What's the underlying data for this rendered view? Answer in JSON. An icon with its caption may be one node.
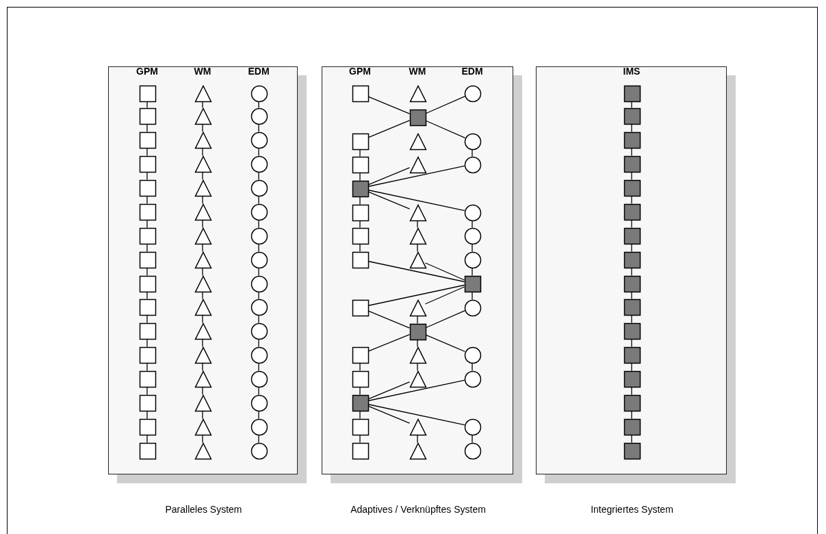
{
  "diagram": {
    "nodes": [
      {
        "text": [
          "Paralleles System"
        ]
      },
      {
        "text": [],
        "shape": "box",
        "in": 0
      },
      {
        "text": [],
        "shape": "triangle",
        "in": 0
      },
      {
        "text": [],
        "shape": "circle",
        "in": 0
      },
      {
        "text": [],
        "shape": "box",
        "in": 0
      },
      {
        "text": [],
        "shape": "triangle",
        "in": 0
      },
      {
        "text": [],
        "shape": "circle",
        "in": 0
      },
      {
        "text": [],
        "shape": "box",
        "in": 0
      },
      {
        "text": [],
        "shape": "triangle",
        "in": 0
      },
      {
        "text": [],
        "shape": "circle",
        "in": 0
      },
      {
        "text": [],
        "shape": "box",
        "in": 0
      },
      {
        "text": [],
        "shape": "triangle",
        "in": 0
      },
      {
        "text": [],
        "shape": "circle",
        "in": 0
      },
      {
        "text": [],
        "shape": "box",
        "in": 0
      },
      {
        "text": [],
        "shape": "triangle",
        "in": 0
      },
      {
        "text": [],
        "shape": "circle",
        "in": 0
      },
      {
        "text": [],
        "shape": "box",
        "in": 0
      },
      {
        "text": [],
        "shape": "triangle",
        "in": 0
      },
      {
        "text": [],
        "shape": "circle",
        "in": 0
      },
      {
        "text": [],
        "shape": "box",
        "in": 0
      },
      {
        "text": [],
        "shape": "triangle",
        "in": 0
      },
      {
        "text": [],
        "shape": "circle",
        "in": 0
      },
      {
        "text": [],
        "shape": "box",
        "in": 0
      },
      {
        "text": [],
        "shape": "triangle",
        "in": 0
      },
      {
        "text": [],
        "shape": "circle",
        "in": 0
      },
      {
        "text": [],
        "shape": "box",
        "in": 0
      },
      {
        "text": [],
        "shape": "triangle",
        "in": 0
      },
      {
        "text": [],
        "shape": "circle",
        "in": 0
      },
      {
        "text": [],
        "shape": "box",
        "in": 0
      },
      {
        "text": [],
        "shape": "triangle",
        "in": 0
      },
      {
        "text": [],
        "shape": "circle",
        "in": 0
      },
      {
        "text": [],
        "shape": "box",
        "in": 0
      },
      {
        "text": [],
        "shape": "triangle",
        "in": 0
      },
      {
        "text": [],
        "shape": "circle",
        "in": 0
      },
      {
        "text": [],
        "shape": "box",
        "in": 0
      },
      {
        "text": [],
        "shape": "triangle",
        "in": 0
      },
      {
        "text": [],
        "shape": "circle",
        "in": 0
      },
      {
        "text": [],
        "shape": "box",
        "in": 0
      },
      {
        "text": [],
        "shape": "triangle",
        "in": 0
      },
      {
        "text": [],
        "shape": "circle",
        "in": 0
      },
      {
        "text": [],
        "shape": "box",
        "in": 0
      },
      {
        "text": [],
        "shape": "triangle",
        "in": 0
      },
      {
        "text": [],
        "shape": "circle",
        "in": 0
      },
      {
        "text": [],
        "shape": "box",
        "in": 0
      },
      {
        "text": [],
        "shape": "triangle",
        "in": 0
      },
      {
        "text": [],
        "shape": "circle",
        "in": 0
      },
      {
        "text": [],
        "shape": "box",
        "in": 0
      },
      {
        "text": [],
        "shape": "triangle",
        "in": 0
      },
      {
        "text": [],
        "shape": "circle",
        "in": 0
      },
      {
        "text": [
          "Adaptives / Verknüpftes System"
        ]
      },
      {
        "text": [],
        "shape": "box",
        "in": 49
      },
      {
        "text": [],
        "shape": "triangle",
        "in": 49
      },
      {
        "text": [],
        "shape": "circle",
        "in": 49
      },
      {
        "text": [],
        "shape": "box",
        "in": 49
      },
      {
        "text": [],
        "shape": "box",
        "in": 49
      },
      {
        "text": [],
        "shape": "triangle",
        "in": 49
      },
      {
        "text": [],
        "shape": "circle",
        "in": 49
      },
      {
        "text": [],
        "shape": "box",
        "in": 49
      },
      {
        "text": [],
        "shape": "triangle",
        "in": 49
      },
      {
        "text": [],
        "shape": "circle",
        "in": 49
      },
      {
        "text": [],
        "shape": "box",
        "in": 49
      },
      {
        "text": [],
        "shape": "box",
        "in": 49
      },
      {
        "text": [],
        "shape": "triangle",
        "in": 49
      },
      {
        "text": [],
        "shape": "circle",
        "in": 49
      },
      {
        "text": [],
        "shape": "box",
        "in": 49
      },
      {
        "text": [],
        "shape": "triangle",
        "in": 49
      },
      {
        "text": [],
        "shape": "circle",
        "in": 49
      },
      {
        "text": [],
        "shape": "box",
        "in": 49
      },
      {
        "text": [],
        "shape": "triangle",
        "in": 49
      },
      {
        "text": [],
        "shape": "circle",
        "in": 49
      },
      {
        "text": [],
        "shape": "box",
        "in": 49
      },
      {
        "text": [],
        "shape": "box",
        "in": 49
      },
      {
        "text": [],
        "shape": "triangle",
        "in": 49
      },
      {
        "text": [],
        "shape": "circle",
        "in": 49
      },
      {
        "text": [],
        "shape": "box",
        "in": 49
      },
      {
        "text": [],
        "shape": "box",
        "in": 49
      },
      {
        "text": [],
        "shape": "triangle",
        "in": 49
      },
      {
        "text": [],
        "shape": "circle",
        "in": 49
      },
      {
        "text": [],
        "shape": "box",
        "in": 49
      },
      {
        "text": [],
        "shape": "triangle",
        "in": 49
      },
      {
        "text": [],
        "shape": "circle",
        "in": 49
      },
      {
        "text": [],
        "shape": "box",
        "in": 49
      },
      {
        "text": [],
        "shape": "box",
        "in": 49
      },
      {
        "text": [],
        "shape": "triangle",
        "in": 49
      },
      {
        "text": [],
        "shape": "circle",
        "in": 49
      },
      {
        "text": [],
        "shape": "box",
        "in": 49
      },
      {
        "text": [],
        "shape": "triangle",
        "in": 49
      },
      {
        "text": [],
        "shape": "circle",
        "in": 49
      },
      {
        "text": [
          "Integriertes System"
        ]
      },
      {
        "text": [],
        "shape": "box",
        "in": 88
      },
      {
        "text": [],
        "shape": "box",
        "in": 88
      },
      {
        "text": [],
        "shape": "box",
        "in": 88
      },
      {
        "text": [],
        "shape": "box",
        "in": 88
      },
      {
        "text": [],
        "shape": "box",
        "in": 88
      },
      {
        "text": [],
        "shape": "box",
        "in": 88
      },
      {
        "text": [],
        "shape": "box",
        "in": 88
      },
      {
        "text": [],
        "shape": "box",
        "in": 88
      },
      {
        "text": [],
        "shape": "box",
        "in": 88
      },
      {
        "text": [],
        "shape": "box",
        "in": 88
      },
      {
        "text": [],
        "shape": "box",
        "in": 88
      },
      {
        "text": [],
        "shape": "box",
        "in": 88
      },
      {
        "text": [],
        "shape": "box",
        "in": 88
      },
      {
        "text": [],
        "shape": "box",
        "in": 88
      },
      {
        "text": [],
        "shape": "box",
        "in": 88
      },
      {
        "text": [],
        "shape": "box",
        "in": 88
      }
    ],
    "edges": [
      {
        "from": 1,
        "to": 4,
        "arrow": "none"
      },
      {
        "from": 4,
        "to": 7,
        "arrow": "none"
      },
      {
        "from": 7,
        "to": 10,
        "arrow": "none"
      },
      {
        "from": 10,
        "to": 13,
        "arrow": "none"
      },
      {
        "from": 13,
        "to": 16,
        "arrow": "none"
      },
      {
        "from": 16,
        "to": 19,
        "arrow": "none"
      },
      {
        "from": 19,
        "to": 22,
        "arrow": "none"
      },
      {
        "from": 22,
        "to": 25,
        "arrow": "none"
      },
      {
        "from": 25,
        "to": 28,
        "arrow": "none"
      },
      {
        "from": 28,
        "to": 31,
        "arrow": "none"
      },
      {
        "from": 31,
        "to": 34,
        "arrow": "none"
      },
      {
        "from": 34,
        "to": 37,
        "arrow": "none"
      },
      {
        "from": 37,
        "to": 40,
        "arrow": "none"
      },
      {
        "from": 40,
        "to": 43,
        "arrow": "none"
      },
      {
        "from": 43,
        "to": 46,
        "arrow": "none"
      },
      {
        "from": 2,
        "to": 5,
        "arrow": "none"
      },
      {
        "from": 5,
        "to": 8,
        "arrow": "none"
      },
      {
        "from": 8,
        "to": 11,
        "arrow": "none"
      },
      {
        "from": 11,
        "to": 14,
        "arrow": "none"
      },
      {
        "from": 14,
        "to": 17,
        "arrow": "none"
      },
      {
        "from": 17,
        "to": 20,
        "arrow": "none"
      },
      {
        "from": 20,
        "to": 23,
        "arrow": "none"
      },
      {
        "from": 23,
        "to": 26,
        "arrow": "none"
      },
      {
        "from": 26,
        "to": 29,
        "arrow": "none"
      },
      {
        "from": 29,
        "to": 32,
        "arrow": "none"
      },
      {
        "from": 32,
        "to": 35,
        "arrow": "none"
      },
      {
        "from": 35,
        "to": 38,
        "arrow": "none"
      },
      {
        "from": 38,
        "to": 41,
        "arrow": "none"
      },
      {
        "from": 41,
        "to": 44,
        "arrow": "none"
      },
      {
        "from": 44,
        "to": 47,
        "arrow": "none"
      },
      {
        "from": 3,
        "to": 6,
        "arrow": "none"
      },
      {
        "from": 6,
        "to": 9,
        "arrow": "none"
      },
      {
        "from": 9,
        "to": 12,
        "arrow": "none"
      },
      {
        "from": 12,
        "to": 15,
        "arrow": "none"
      },
      {
        "from": 15,
        "to": 18,
        "arrow": "none"
      },
      {
        "from": 18,
        "to": 21,
        "arrow": "none"
      },
      {
        "from": 21,
        "to": 24,
        "arrow": "none"
      },
      {
        "from": 24,
        "to": 27,
        "arrow": "none"
      },
      {
        "from": 27,
        "to": 30,
        "arrow": "none"
      },
      {
        "from": 30,
        "to": 33,
        "arrow": "none"
      },
      {
        "from": 33,
        "to": 36,
        "arrow": "none"
      },
      {
        "from": 36,
        "to": 39,
        "arrow": "none"
      },
      {
        "from": 39,
        "to": 42,
        "arrow": "none"
      },
      {
        "from": 42,
        "to": 45,
        "arrow": "none"
      },
      {
        "from": 45,
        "to": 48,
        "arrow": "none"
      },
      {
        "from": 54,
        "to": 57,
        "arrow": "none"
      },
      {
        "from": 57,
        "to": 60,
        "arrow": "none"
      },
      {
        "from": 60,
        "to": 61,
        "arrow": "none"
      },
      {
        "from": 61,
        "to": 64,
        "arrow": "none"
      },
      {
        "from": 64,
        "to": 67,
        "arrow": "none"
      },
      {
        "from": 75,
        "to": 78,
        "arrow": "none"
      },
      {
        "from": 78,
        "to": 81,
        "arrow": "none"
      },
      {
        "from": 81,
        "to": 82,
        "arrow": "none"
      },
      {
        "from": 82,
        "to": 85,
        "arrow": "none"
      },
      {
        "from": 62,
        "to": 65,
        "arrow": "none"
      },
      {
        "from": 65,
        "to": 68,
        "arrow": "none"
      },
      {
        "from": 72,
        "to": 74,
        "arrow": "none"
      },
      {
        "from": 74,
        "to": 76,
        "arrow": "none"
      },
      {
        "from": 76,
        "to": 79,
        "arrow": "none"
      },
      {
        "from": 83,
        "to": 86,
        "arrow": "none"
      },
      {
        "from": 56,
        "to": 59,
        "arrow": "none"
      },
      {
        "from": 63,
        "to": 66,
        "arrow": "none"
      },
      {
        "from": 66,
        "to": 69,
        "arrow": "none"
      },
      {
        "from": 69,
        "to": 70,
        "arrow": "none"
      },
      {
        "from": 70,
        "to": 73,
        "arrow": "none"
      },
      {
        "from": 77,
        "to": 80,
        "arrow": "none"
      },
      {
        "from": 84,
        "to": 87,
        "arrow": "none"
      },
      {
        "from": 50,
        "to": 53,
        "arrow": "none"
      },
      {
        "from": 54,
        "to": 53,
        "arrow": "none"
      },
      {
        "from": 53,
        "to": 52,
        "arrow": "none"
      },
      {
        "from": 53,
        "to": 56,
        "arrow": "none"
      },
      {
        "from": 60,
        "to": 58,
        "arrow": "none"
      },
      {
        "from": 60,
        "to": 59,
        "arrow": "none"
      },
      {
        "from": 60,
        "to": 62,
        "arrow": "none"
      },
      {
        "from": 60,
        "to": 63,
        "arrow": "none"
      },
      {
        "from": 67,
        "to": 70,
        "arrow": "none"
      },
      {
        "from": 68,
        "to": 70,
        "arrow": "none"
      },
      {
        "from": 71,
        "to": 70,
        "arrow": "none"
      },
      {
        "from": 72,
        "to": 70,
        "arrow": "none"
      },
      {
        "from": 71,
        "to": 74,
        "arrow": "none"
      },
      {
        "from": 75,
        "to": 74,
        "arrow": "none"
      },
      {
        "from": 74,
        "to": 73,
        "arrow": "none"
      },
      {
        "from": 74,
        "to": 77,
        "arrow": "none"
      },
      {
        "from": 81,
        "to": 79,
        "arrow": "none"
      },
      {
        "from": 81,
        "to": 80,
        "arrow": "none"
      },
      {
        "from": 81,
        "to": 83,
        "arrow": "none"
      },
      {
        "from": 81,
        "to": 84,
        "arrow": "none"
      },
      {
        "from": 89,
        "to": 90,
        "arrow": "none"
      },
      {
        "from": 90,
        "to": 91,
        "arrow": "none"
      },
      {
        "from": 91,
        "to": 92,
        "arrow": "none"
      },
      {
        "from": 92,
        "to": 93,
        "arrow": "none"
      },
      {
        "from": 93,
        "to": 94,
        "arrow": "none"
      },
      {
        "from": 94,
        "to": 95,
        "arrow": "none"
      },
      {
        "from": 95,
        "to": 96,
        "arrow": "none"
      },
      {
        "from": 96,
        "to": 97,
        "arrow": "none"
      },
      {
        "from": 97,
        "to": 98,
        "arrow": "none"
      },
      {
        "from": 98,
        "to": 99,
        "arrow": "none"
      },
      {
        "from": 99,
        "to": 100,
        "arrow": "none"
      },
      {
        "from": 100,
        "to": 101,
        "arrow": "none"
      },
      {
        "from": 101,
        "to": 102,
        "arrow": "none"
      },
      {
        "from": 102,
        "to": 103,
        "arrow": "none"
      },
      {
        "from": 103,
        "to": 104,
        "arrow": "none"
      }
    ],
    "labels": [
      "GPM",
      "WM",
      "EDM",
      "GPM",
      "WM",
      "EDM",
      "IMS"
    ]
  }
}
